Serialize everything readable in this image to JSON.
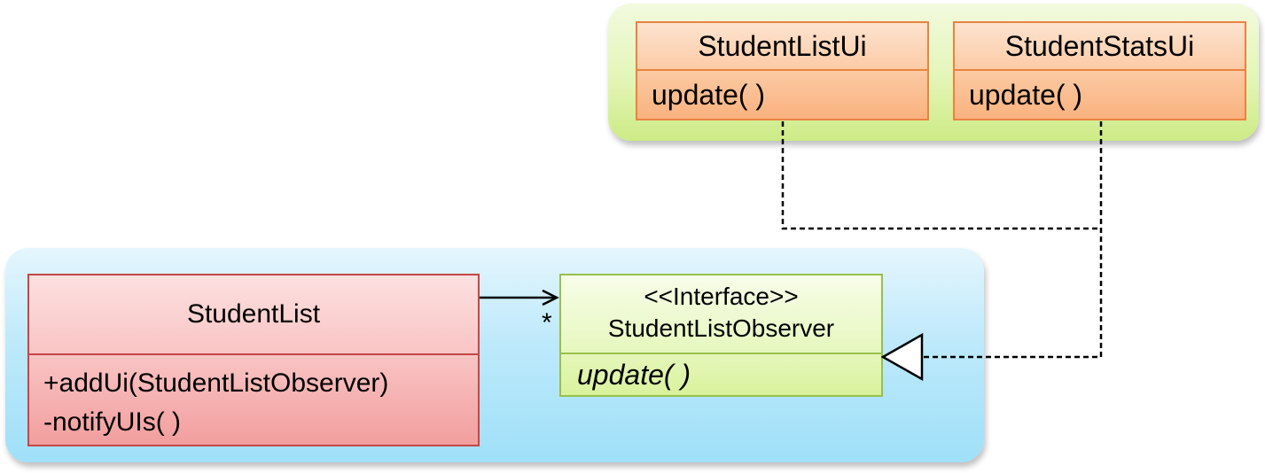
{
  "top_group": {
    "student_list_ui": {
      "name": "StudentListUi",
      "operation": "update( )"
    },
    "student_stats_ui": {
      "name": "StudentStatsUi",
      "operation": "update( )"
    }
  },
  "bottom_group": {
    "student_list": {
      "name": "StudentList",
      "operations": [
        "+addUi(StudentListObserver)",
        "-notifyUIs( )"
      ]
    },
    "observer": {
      "stereotype": "<<Interface>>",
      "name": "StudentListObserver",
      "operation": "update( )"
    }
  },
  "association": {
    "multiplicity": "*"
  }
}
